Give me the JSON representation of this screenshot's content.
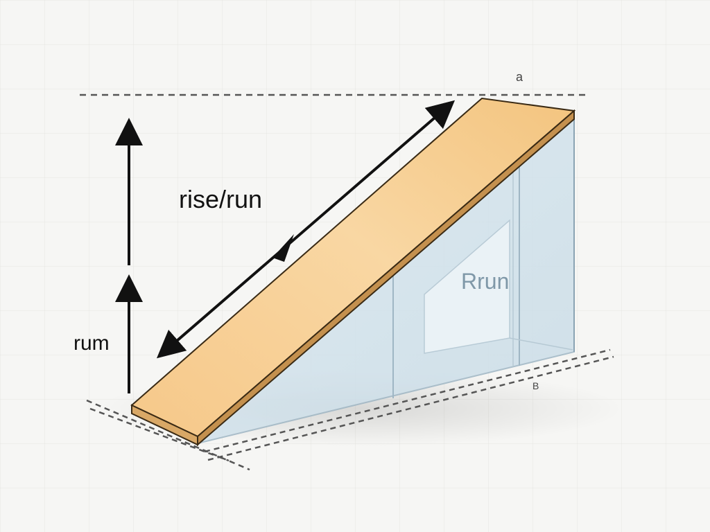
{
  "diagram": {
    "labels": {
      "slope": "rise/run",
      "left_side": "rum",
      "inner_face": "Rrun",
      "top_corner": "a",
      "bottom_corner": "B"
    },
    "colors": {
      "background": "#f6f6f4",
      "grid": "#e6e6e2",
      "ramp_top": "#f8d29a",
      "ramp_edge": "#caa066",
      "glass": "#cfe0ea",
      "glass_edge": "#9fb6c4",
      "arrow": "#111111",
      "dashed": "#555555"
    }
  }
}
